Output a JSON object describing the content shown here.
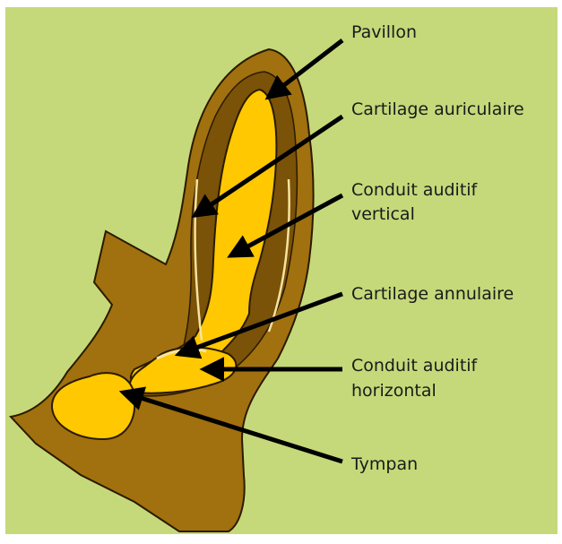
{
  "diagram": {
    "colors": {
      "background": "#c5d97a",
      "outer_frame": "#ffffff",
      "tissue": "#a1700f",
      "tissue_dark": "#7a5208",
      "canal": "#ffc800",
      "outline": "#2a1a00",
      "arrow": "#000000"
    },
    "labels": {
      "pavillon": "Pavillon",
      "cartilage_auriculaire": "Cartilage auriculaire",
      "conduit_vertical_l1": "Conduit auditif",
      "conduit_vertical_l2": "vertical",
      "cartilage_annulaire": "Cartilage annulaire",
      "conduit_horizontal_l1": "Conduit auditif",
      "conduit_horizontal_l2": "horizontal",
      "tympan": "Tympan"
    }
  }
}
